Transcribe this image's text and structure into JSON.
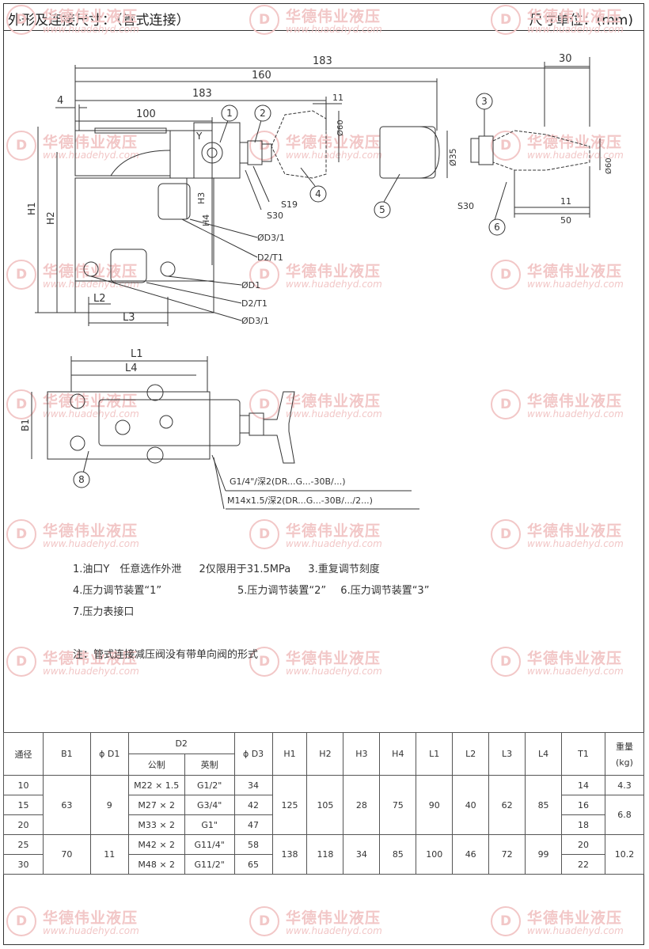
{
  "header": {
    "title_left": "外形及连接尺寸：（管式连接）",
    "title_right": "尺寸单位：(mm)"
  },
  "watermark": {
    "brand_cn": "华德伟业液压",
    "brand_en": "www.huadehyd.com",
    "logo_glyph": "D"
  },
  "drawing": {
    "dims": {
      "d183_top": "183",
      "d30_top": "30",
      "d160": "160",
      "d183_mid": "183",
      "d4": "4",
      "d11_top": "11",
      "d100": "100",
      "d60_a": "Ø60",
      "d35": "Ø35",
      "d60_b": "Ø60",
      "y_label": "Y",
      "h1": "H1",
      "h2": "H2",
      "h3": "H3",
      "h4": "H4",
      "s19": "S19",
      "s30_a": "S30",
      "s30_b": "S30",
      "d11_right": "11",
      "d50": "50",
      "phi_d3_1a": "ØD3/1",
      "d2_t1a": "D2/T1",
      "phi_d1": "ØD1",
      "d2_t1b": "D2/T1",
      "phi_d3_1b": "ØD3/1",
      "l2": "L2",
      "l3": "L3",
      "l1": "L1",
      "l4": "L4",
      "b1": "B1",
      "thread1": "G1/4\"/深2(DR...G...-30B/...)",
      "thread2": "M14x1.5/深2(DR...G...-30B/.../2...)"
    },
    "callouts": [
      "1",
      "2",
      "3",
      "4",
      "5",
      "6",
      "8"
    ]
  },
  "notes": {
    "line1_a": "1.油口Y　任意选作外泄",
    "line1_b": "2仅限用于31.5MPa",
    "line1_c": "3.重复调节刻度",
    "line2_a": "4.压力调节装置“1”",
    "line2_b": "5.压力调节装置“2”",
    "line2_c": "6.压力调节装置“3”",
    "line3": "7.压力表接口",
    "note": "注：管式连接减压阀没有带单向阀的形式"
  },
  "table": {
    "headers": {
      "size": "通径",
      "b1": "B1",
      "d1": "ϕ D1",
      "d2": "D2",
      "d2_metric": "公制",
      "d2_imperial": "英制",
      "d3": "ϕ D3",
      "h1": "H1",
      "h2": "H2",
      "h3": "H3",
      "h4": "H4",
      "l1": "L1",
      "l2": "L2",
      "l3": "L3",
      "l4": "L4",
      "t1": "T1",
      "weight_line1": "重量",
      "weight_line2": "(kg)"
    },
    "rows": [
      {
        "size": "10",
        "metric": "M22 × 1.5",
        "imperial": "G1/2\"",
        "d3": "34",
        "t1": "14"
      },
      {
        "size": "15",
        "metric": "M27 × 2",
        "imperial": "G3/4\"",
        "d3": "42",
        "t1": "16"
      },
      {
        "size": "20",
        "metric": "M33 × 2",
        "imperial": "G1\"",
        "d3": "47",
        "t1": "18"
      },
      {
        "size": "25",
        "metric": "M42 × 2",
        "imperial": "G11/4\"",
        "d3": "58",
        "t1": "20"
      },
      {
        "size": "30",
        "metric": "M48 × 2",
        "imperial": "G11/2\"",
        "d3": "65",
        "t1": "22"
      }
    ],
    "group_small": {
      "b1": "63",
      "d1": "9",
      "h1": "125",
      "h2": "105",
      "h3": "28",
      "h4": "75",
      "l1": "90",
      "l2": "40",
      "l3": "62",
      "l4": "85"
    },
    "group_large": {
      "b1": "70",
      "d1": "11",
      "h1": "138",
      "h2": "118",
      "h3": "34",
      "h4": "85",
      "l1": "100",
      "l2": "46",
      "l3": "72",
      "l4": "99"
    },
    "weights": {
      "w10": "4.3",
      "w15_20": "6.8",
      "w25_30": "10.2"
    }
  }
}
